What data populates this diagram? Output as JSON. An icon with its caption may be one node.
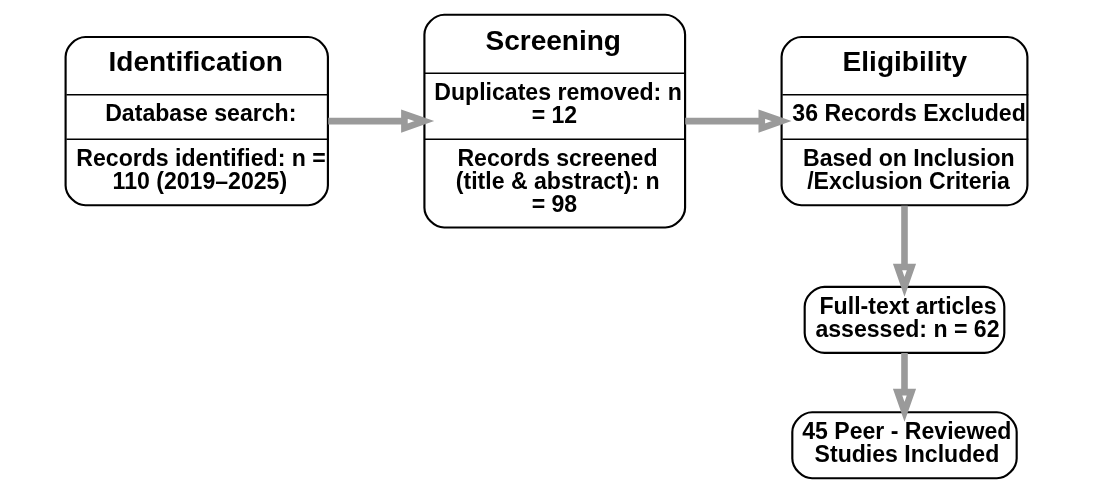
{
  "diagram": {
    "nodes": [
      {
        "text": [
          "Identification",
          "Database search:",
          "Records identified: n = 110 (2019–2025)"
        ]
      },
      {
        "text": [
          "Screening",
          "Duplicates removed: n = 12",
          "Records screened (title & abstract): n = 98"
        ]
      },
      {
        "text": [
          "Eligibility",
          "36 Records Excluded",
          "Based on Inclusion /Exclusion Criteria"
        ]
      },
      {
        "text": [
          "Full-text articles assessed: n = 62"
        ]
      },
      {
        "text": [
          "45 Peer - Reviewed Studies Included"
        ]
      }
    ],
    "edges": [
      {
        "from": 0,
        "to": 1,
        "arrow": "to"
      },
      {
        "from": 1,
        "to": 2,
        "arrow": "to"
      },
      {
        "from": 2,
        "to": 3,
        "arrow": "to"
      },
      {
        "from": 3,
        "to": 4,
        "arrow": "to"
      }
    ]
  }
}
